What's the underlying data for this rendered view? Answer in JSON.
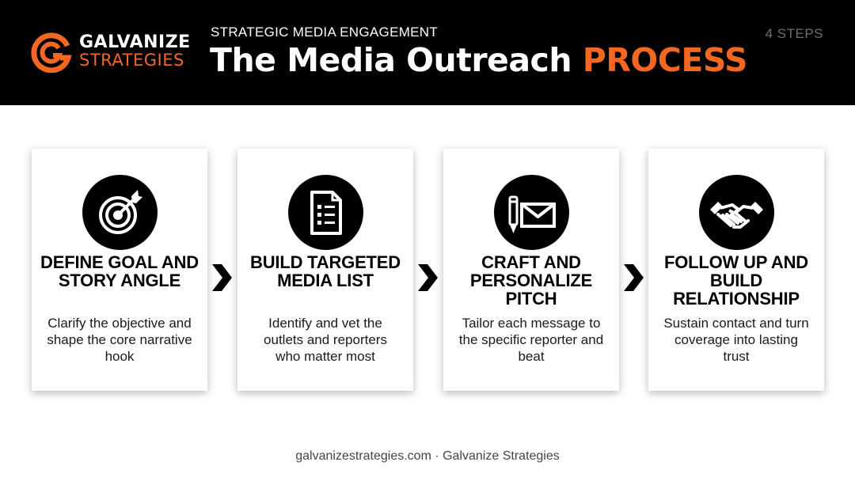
{
  "header": {
    "logo": {
      "line1": "GALVANIZE",
      "line2": "STRATEGIES"
    },
    "eyebrow": "STRATEGIC MEDIA ENGAGEMENT",
    "title_main": "The Media Outreach ",
    "title_accent": "PROCESS",
    "steps_count": "4 STEPS"
  },
  "steps": [
    {
      "icon": "target-icon",
      "title": "DEFINE GOAL AND STORY ANGLE",
      "description": "Clarify the objective and shape the core narrative hook"
    },
    {
      "icon": "document-list-icon",
      "title": "BUILD TARGETED MEDIA LIST",
      "description": "Identify and vet the outlets and reporters who matter most"
    },
    {
      "icon": "pencil-envelope-icon",
      "title": "CRAFT AND PERSONALIZE PITCH",
      "description": "Tailor each message to the specific reporter and beat"
    },
    {
      "icon": "handshake-icon",
      "title": "FOLLOW UP AND BUILD RELATIONSHIP",
      "description": "Sustain contact and turn coverage into lasting trust"
    }
  ],
  "footer": "galvanizestrategies.com · Galvanize Strategies",
  "colors": {
    "accent": "#f26722",
    "header_bg": "#000000",
    "muted": "#6f6f6f"
  }
}
